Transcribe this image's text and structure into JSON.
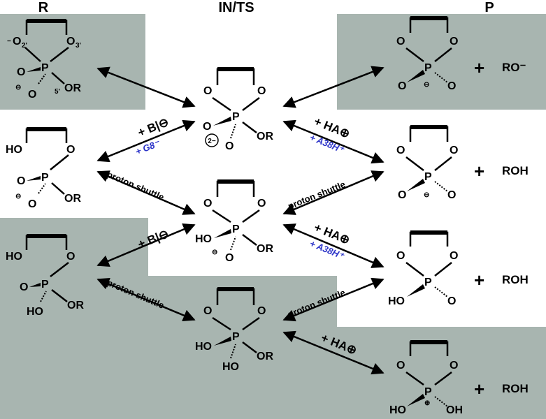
{
  "headers": {
    "reactant": "R",
    "intermediate": "IN/TS",
    "product": "P"
  },
  "colors": {
    "panel": "#a8b5b0",
    "arrow": "#000000",
    "general_acid_base": "#2a32c8"
  },
  "atoms": {
    "O": "O",
    "P": "P",
    "HO": "HO",
    "OR": "OR",
    "OH": "OH"
  },
  "labels": {
    "o2": "O",
    "o2_sub": "2'",
    "o3": "O",
    "o3_sub": "3'",
    "o5_sub": "5'",
    "minus_o2": "−",
    "ro_minus": "RO⁻",
    "roh": "ROH",
    "plus": "+",
    "dianion": "2−",
    "neg": "−",
    "pos": "+"
  },
  "arrows": {
    "bi_1": "+ B|⊖",
    "g8": "+ G8⁻",
    "bi_2": "+ B|⊖",
    "ha_1": "+ HA⊕",
    "a38_1": "+ A38H⁺",
    "ha_2": "+ HA⊕",
    "a38_2": "+ A38H⁺",
    "ha_3": "+ HA⊕",
    "shuttle": "proton shuttle"
  }
}
